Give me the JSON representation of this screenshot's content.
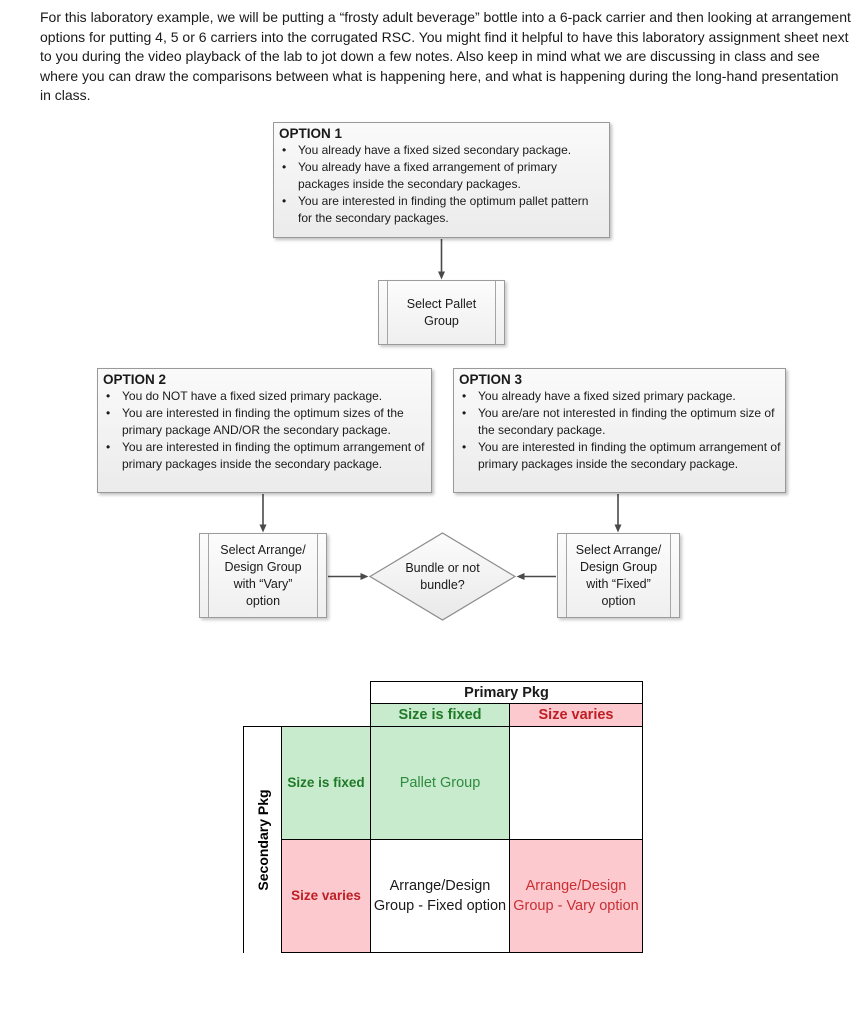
{
  "intro_paragraph": "For this laboratory example, we will be putting a “frosty adult beverage” bottle into a 6-pack carrier and then looking at arrangement options for putting 4, 5 or 6 carriers into the corrugated RSC.  You might find it helpful to have this laboratory assignment sheet next to you during the video playback of the lab to jot down a few notes.  Also keep in mind what we are discussing in class and see where you can draw the comparisons between what is happening here, and what is happening during the long-hand presentation in class.",
  "flowchart": {
    "option1": {
      "title": "OPTION 1",
      "bullets": [
        "You already have a fixed sized secondary package.",
        "You already have a fixed arrangement of primary packages inside the secondary packages.",
        "You are interested in finding the optimum pallet pattern for the secondary packages."
      ]
    },
    "option2": {
      "title": "OPTION 2",
      "bullets": [
        "You do NOT have a fixed sized primary package.",
        "You are interested in finding the optimum sizes of the primary package AND/OR the secondary package.",
        "You are interested in finding the optimum arrangement of primary packages inside the secondary package."
      ]
    },
    "option3": {
      "title": "OPTION 3",
      "bullets": [
        "You already have a fixed sized primary package.",
        "You are/are not interested in finding the optimum size of the secondary package.",
        "You are interested in finding the optimum arrangement of primary packages inside the secondary package."
      ]
    },
    "select_pallet_label": "Select Pallet Group",
    "select_vary_label": "Select Arrange/ Design Group with “Vary” option",
    "select_fixed_label": "Select Arrange/ Design Group with “Fixed” option",
    "decision_label": "Bundle or not bundle?"
  },
  "matrix": {
    "primary_header": "Primary Pkg",
    "secondary_header": "Secondary Pkg",
    "col_fixed": "Size is fixed",
    "col_varies": "Size varies",
    "row_fixed": "Size is fixed",
    "row_varies": "Size varies",
    "cell_fixed_fixed": "Pallet Group",
    "cell_varies_fixed": "Arrange/Design Group - Fixed option",
    "cell_varies_vary": "Arrange/Design Group - Vary option"
  },
  "colors": {
    "green_bg": "#c8eacd",
    "green_text": "#1f7a28",
    "pallet_text": "#2f8b3f",
    "pink_bg": "#fbc9ce",
    "red_text": "#be1e24",
    "red_cell_text": "#c92f33",
    "box_border": "#999999",
    "arrow": "#4a4a4a"
  }
}
